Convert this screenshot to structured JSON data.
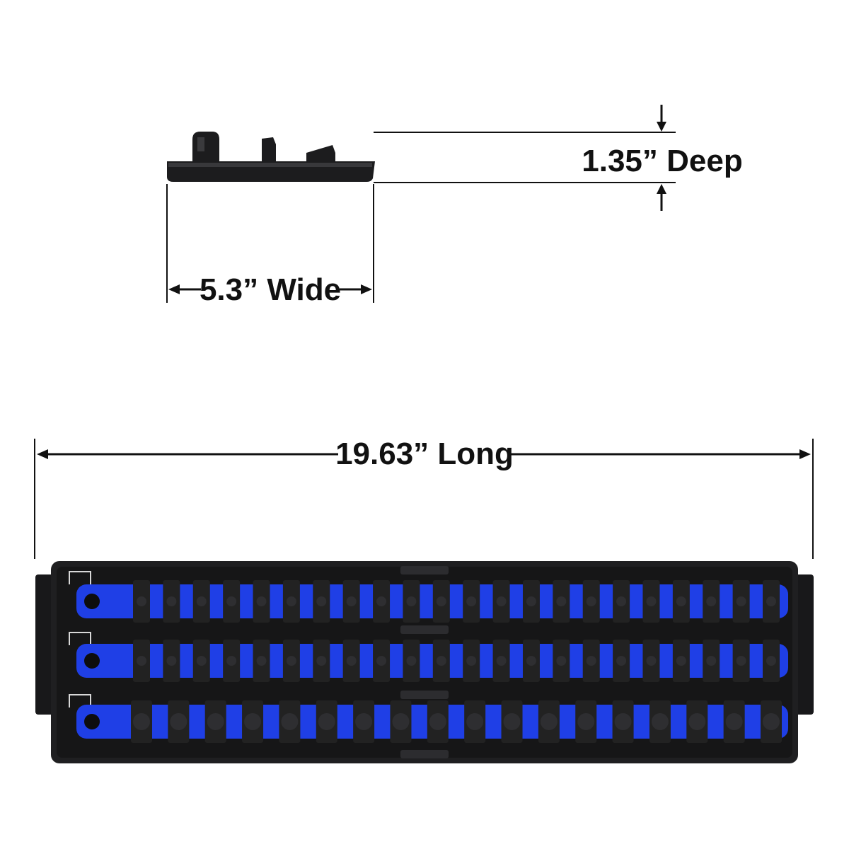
{
  "dimensions": {
    "depth_label": "1.35” Deep",
    "width_label": "5.3” Wide",
    "length_label": "19.63” Long"
  },
  "tray": {
    "rail_count": 3,
    "clips_per_rail": [
      22,
      22,
      18
    ]
  },
  "colors": {
    "background": "#ffffff",
    "tray": "#1d1d1f",
    "rail": "#1f3fe6",
    "clip": "#222222",
    "dimension_line": "#111111"
  }
}
